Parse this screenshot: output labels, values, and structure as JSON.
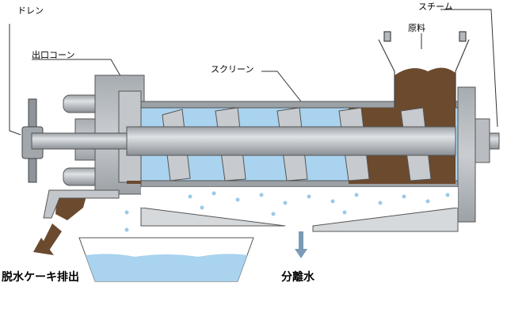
{
  "labels": {
    "drain": "ドレン",
    "outlet_cone": "出口コーン",
    "screen": "スクリーン",
    "steam": "スチーム",
    "raw_material": "原料",
    "cake_discharge": "脱水ケーキ排出",
    "separated_water": "分離水"
  },
  "colors": {
    "steel": "#b5b9be",
    "steel_dark": "#8f959b",
    "raw_material": "#6b4a2e",
    "water": "#a9d3ee",
    "arrow": "#7a9ab5"
  }
}
